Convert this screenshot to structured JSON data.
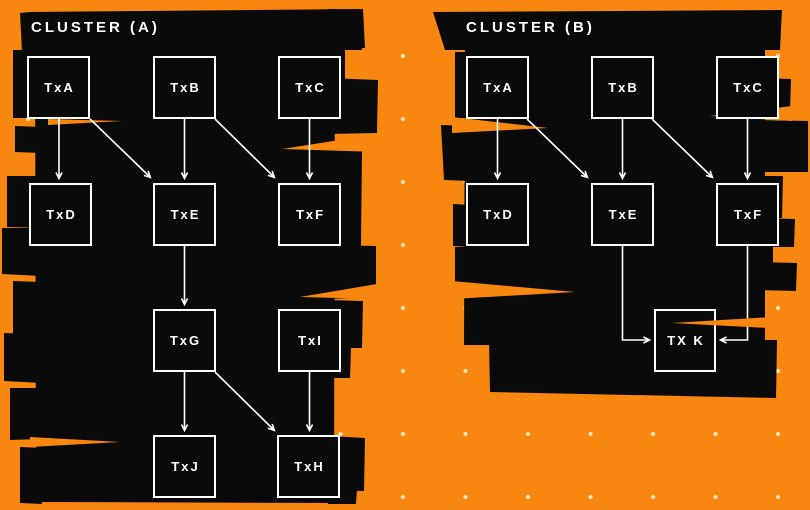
{
  "colors": {
    "background": "#F8870F",
    "blob": "#0A0A0A",
    "stroke": "#FFFFFF",
    "label": "#FFFFFF",
    "dot": "#FFE9C4"
  },
  "clusters": [
    {
      "title": "CLUSTER (A)",
      "nodes": [
        {
          "label": "TxA"
        },
        {
          "label": "TxB"
        },
        {
          "label": "TxC"
        },
        {
          "label": "TxD"
        },
        {
          "label": "TxE"
        },
        {
          "label": "TxF"
        },
        {
          "label": "TxG"
        },
        {
          "label": "TxI"
        },
        {
          "label": "TxJ"
        },
        {
          "label": "TxH"
        }
      ],
      "edges": [
        {
          "from": "TxA",
          "to": "TxD"
        },
        {
          "from": "TxA",
          "to": "TxE"
        },
        {
          "from": "TxB",
          "to": "TxE"
        },
        {
          "from": "TxB",
          "to": "TxF"
        },
        {
          "from": "TxC",
          "to": "TxF"
        },
        {
          "from": "TxE",
          "to": "TxG"
        },
        {
          "from": "TxG",
          "to": "TxJ"
        },
        {
          "from": "TxG",
          "to": "TxH"
        },
        {
          "from": "TxI",
          "to": "TxH"
        }
      ]
    },
    {
      "title": "CLUSTER (B)",
      "nodes": [
        {
          "label": "TxA"
        },
        {
          "label": "TxB"
        },
        {
          "label": "TxC"
        },
        {
          "label": "TxD"
        },
        {
          "label": "TxE"
        },
        {
          "label": "TxF"
        },
        {
          "label": "TX K"
        }
      ],
      "edges": [
        {
          "from": "TxA",
          "to": "TxD"
        },
        {
          "from": "TxA",
          "to": "TxE"
        },
        {
          "from": "TxB",
          "to": "TxE"
        },
        {
          "from": "TxB",
          "to": "TxF"
        },
        {
          "from": "TxC",
          "to": "TxF"
        },
        {
          "from": "TxE",
          "to": "TX K"
        },
        {
          "from": "TxF",
          "to": "TX K"
        }
      ]
    }
  ]
}
